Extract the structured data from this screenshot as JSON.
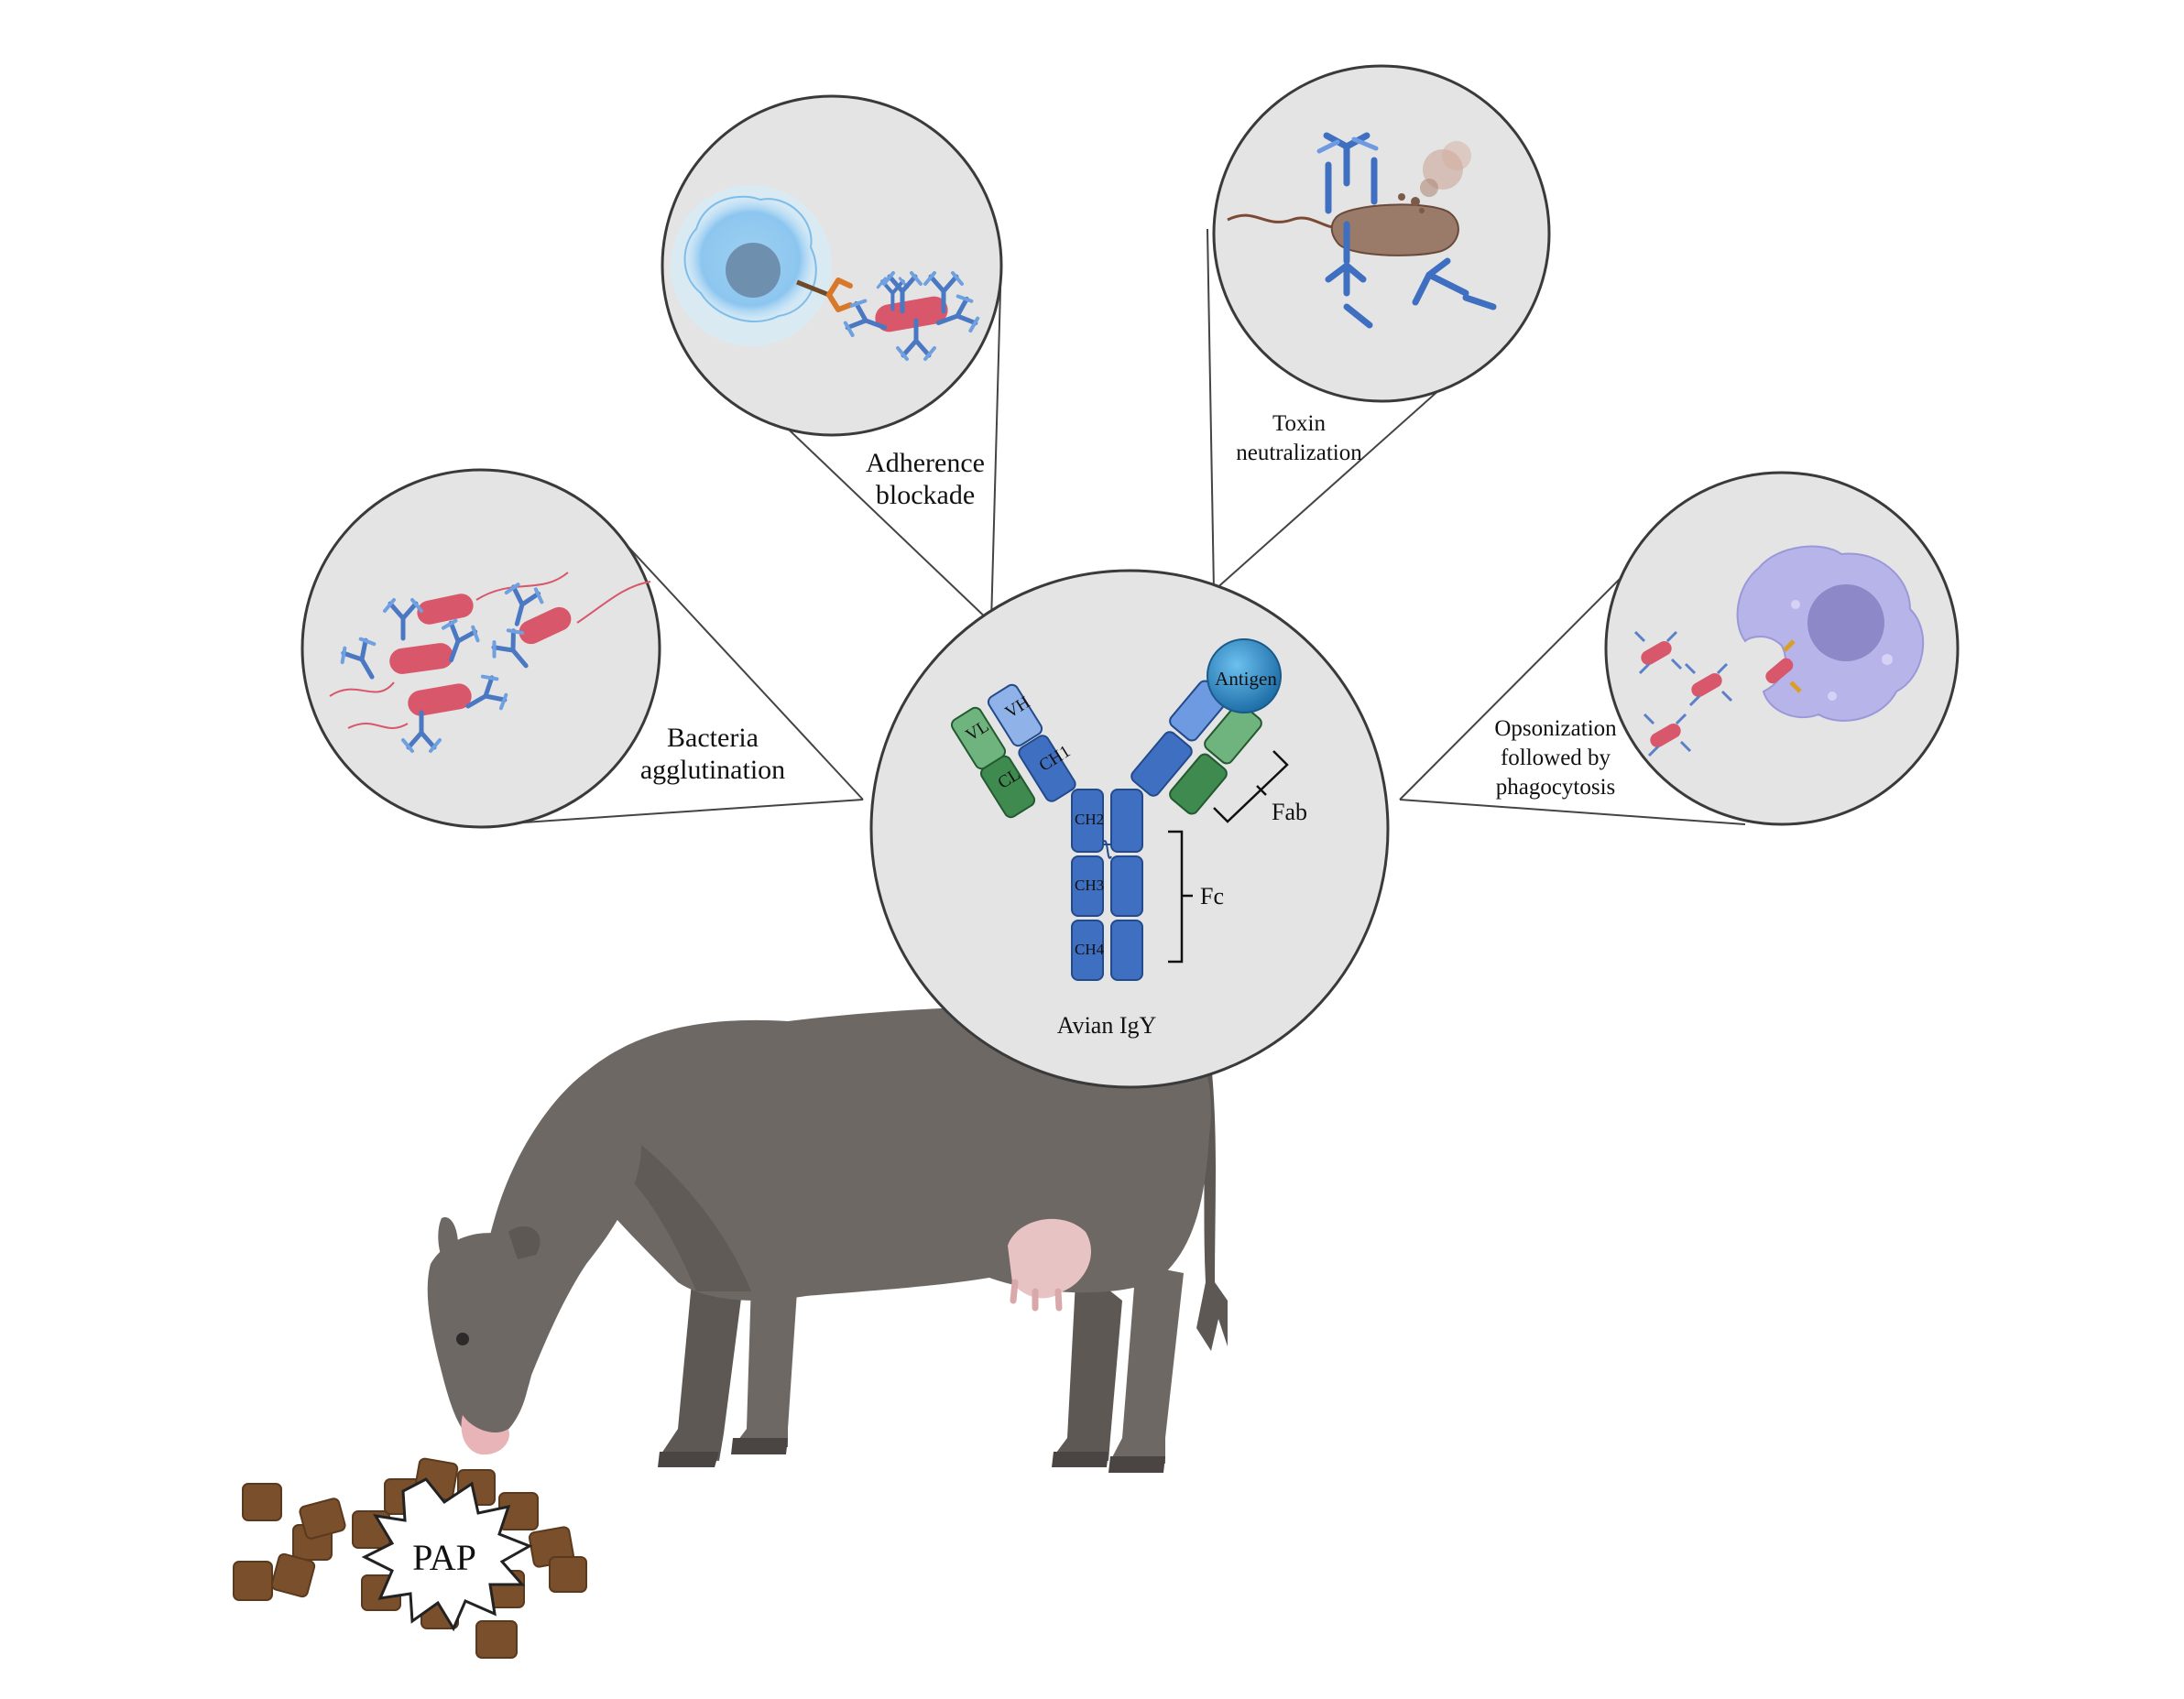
{
  "bubbles": {
    "agglutination": {
      "label_line1": "Bacteria",
      "label_line2": "agglutination"
    },
    "adherence": {
      "label_line1": "Adherence",
      "label_line2": "blockade"
    },
    "toxin": {
      "label_line1": "Toxin",
      "label_line2": "neutralization"
    },
    "opsonization": {
      "label_line1": "Opsonization",
      "label_line2": "followed by",
      "label_line3": "phagocytosis"
    }
  },
  "igy": {
    "title": "Avian IgY",
    "antigen_label": "Antigen",
    "fab_label": "Fab",
    "fc_label": "Fc",
    "domains": {
      "vl": "VL",
      "vh": "VH",
      "cl": "CL",
      "ch1": "CH1",
      "ch2": "CH2",
      "ch3": "CH3",
      "ch4": "CH4"
    }
  },
  "feed": {
    "label": "PAP"
  },
  "colors": {
    "bubble_fill": "#e4e4e4",
    "bubble_stroke": "#3a3a3a",
    "heavy_chain": "#3f6fc0",
    "light_chain": "#4f9a5f",
    "variable_heavy": "#8fb3e8",
    "antigen": "#2f8bc4",
    "bacteria": "#d8576a",
    "cow": "#6e6864",
    "feed": "#7a4f2c",
    "macrophage": "#b7b4ea"
  }
}
